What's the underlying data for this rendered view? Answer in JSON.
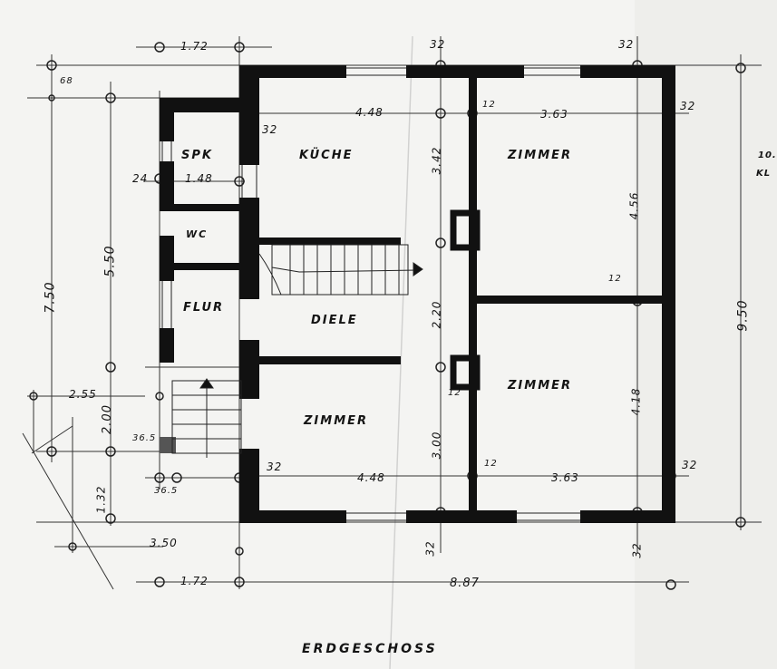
{
  "plan": {
    "title": "ERDGESCHOSS",
    "rooms": {
      "kueche": "KÜCHE",
      "zimmer_ne": "ZIMMER",
      "zimmer_se": "ZIMMER",
      "zimmer_sw": "ZIMMER",
      "diele": "DIELE",
      "flur": "FLUR",
      "wc": "WC",
      "spk": "SPK"
    },
    "dimensions": {
      "top_172": "1.72",
      "top_32a": "32",
      "top_32b": "32",
      "d_68": "68",
      "kueche_32": "32",
      "kueche_448": "4.48",
      "kueche_342": "3.42",
      "d_12a": "12",
      "zimmer_363": "3.63",
      "right_32": "32",
      "spk_24": "24",
      "spk_148": "1.48",
      "left_750": "7.50",
      "left_550": "5.50",
      "zimmer_456": "4.56",
      "d_12b": "12",
      "right_950": "9.50",
      "stair_220": "2.20",
      "d_12c": "12",
      "left_255": "2.55",
      "left_200": "2.00",
      "zimmer_418": "4.18",
      "d_365": "36.5",
      "d_365b": "36.5",
      "sw_32": "32",
      "sw_448": "4.48",
      "sw_300": "3.00",
      "d_12d": "12",
      "se_363": "3.63",
      "se_32": "32",
      "left_132": "1.32",
      "left_350": "3.50",
      "bottom_32a": "32",
      "bottom_32b": "32",
      "bottom_172": "1.72",
      "bottom_887": "8.87",
      "margin_1": "10.",
      "margin_2": "KL"
    }
  }
}
